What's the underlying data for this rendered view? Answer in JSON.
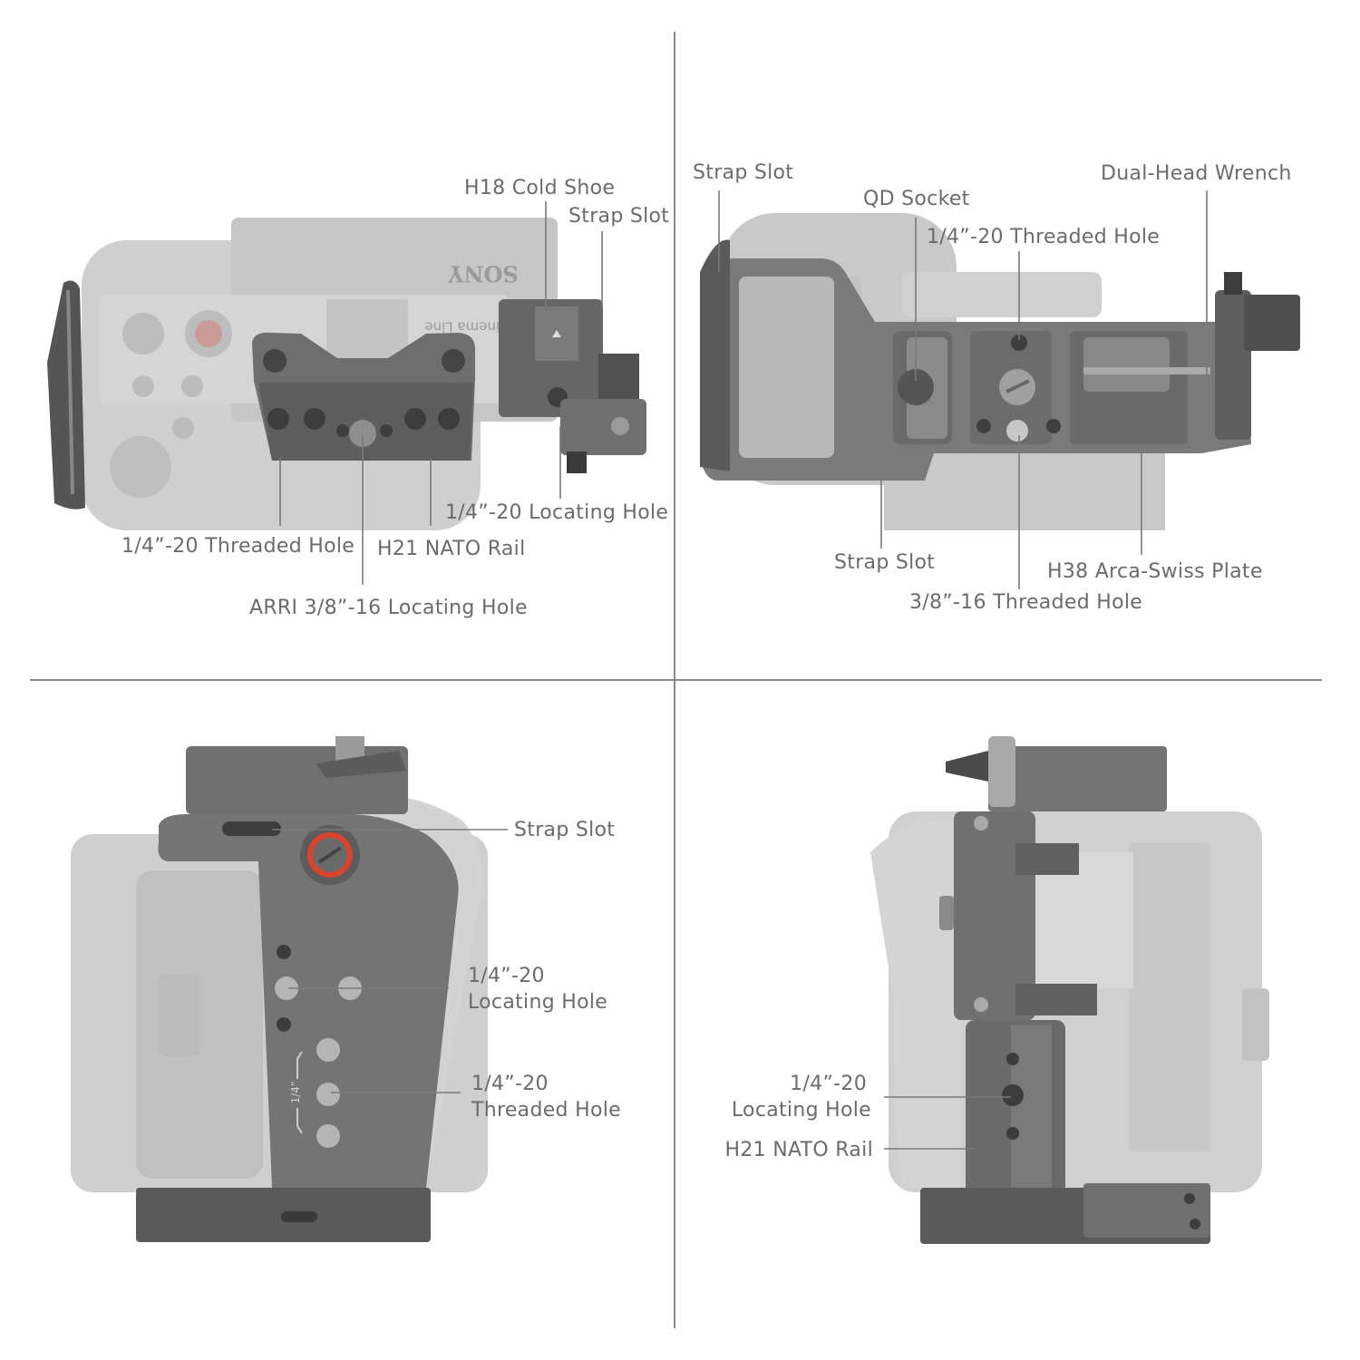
{
  "brand_text": "SONY",
  "camera_text": "Cinema Line",
  "grip_marking": "1/4\"",
  "top_left": {
    "cold_shoe": "H18 Cold Shoe",
    "strap_slot": "Strap Slot",
    "locating_hole": "1/4”-20 Locating Hole",
    "threaded_hole": "1/4”-20 Threaded Hole",
    "nato_rail": "H21 NATO Rail",
    "arri_hole": "ARRI 3/8”-16 Locating Hole"
  },
  "top_right": {
    "strap_slot_top": "Strap Slot",
    "qd_socket": "QD Socket",
    "threaded_hole_14": "1/4”-20 Threaded Hole",
    "wrench": "Dual-Head Wrench",
    "strap_slot_bottom": "Strap Slot",
    "arca_plate": "H38 Arca-Swiss Plate",
    "threaded_hole_38": "3/8”-16 Threaded Hole"
  },
  "bottom_left": {
    "strap_slot": "Strap Slot",
    "locating_hole_l1": "1/4”-20",
    "locating_hole_l2": "Locating Hole",
    "threaded_hole_l1": "1/4”-20",
    "threaded_hole_l2": "Threaded Hole"
  },
  "bottom_right": {
    "locating_hole_l1": "1/4”-20",
    "locating_hole_l2": "Locating Hole",
    "nato_rail": "H21 NATO Rail"
  },
  "colors": {
    "cage": "#6d6d6d",
    "cage_dark": "#4c4c4c",
    "camera_body": "#c9c9c9",
    "accent_ring": "#d9452c"
  }
}
